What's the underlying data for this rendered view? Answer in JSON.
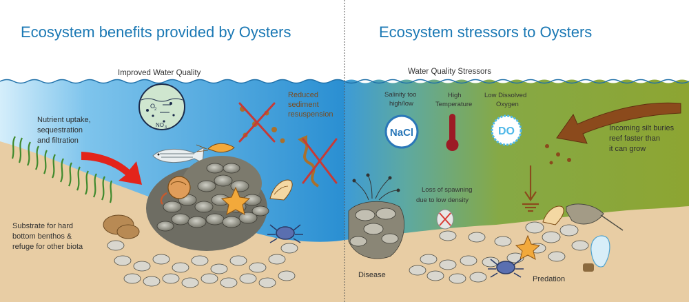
{
  "colors": {
    "title": "#1a78b4",
    "water_left": "#3ea1da",
    "water_right": "#8ca832",
    "sediment": "#e8cda4",
    "arrow_red": "#e3241b",
    "arrow_brown": "#8b4a1c",
    "thermo": "#9c1b25",
    "nacl": "#2a77b8"
  },
  "left": {
    "title": "Ecosystem benefits provided by Oysters",
    "water_quality": "Improved Water Quality",
    "o2": "O",
    "o2_sub": "2",
    "no3": "NO",
    "no3_sub": "3",
    "nutrient": [
      "Nutrient uptake,",
      "sequestration",
      "and filtration"
    ],
    "sediment": [
      "Reduced",
      "sediment",
      "resuspension"
    ],
    "substrate": [
      "Substrate for hard",
      "bottom benthos &",
      "refuge for other biota"
    ]
  },
  "right": {
    "title": "Ecosystem stressors to Oysters",
    "water_quality": "Water Quality Stressors",
    "salinity": [
      "Salinity too",
      "high/low"
    ],
    "temperature": [
      "High",
      "Temperature"
    ],
    "oxygen": [
      "Low Dissolved",
      "Oxygen"
    ],
    "nacl": "NaCl",
    "do": "DO",
    "silt": [
      "Incoming silt buries",
      "reef faster than",
      "it can grow"
    ],
    "spawning": [
      "Loss of spawning",
      "due to low density"
    ],
    "disease": "Disease",
    "predation": "Predation"
  },
  "icons": [
    "seagrass-icon",
    "fish-icon",
    "shrimp-icon",
    "crab-icon",
    "snail-icon",
    "starfish-icon",
    "hermit-crab-icon",
    "oyster-reef-icon",
    "water-sample-icon",
    "thermometer-icon",
    "nacl-badge-icon",
    "do-badge-icon",
    "stingray-icon",
    "jellyfish-icon",
    "cross-out-icon",
    "silt-arrow-icon"
  ]
}
